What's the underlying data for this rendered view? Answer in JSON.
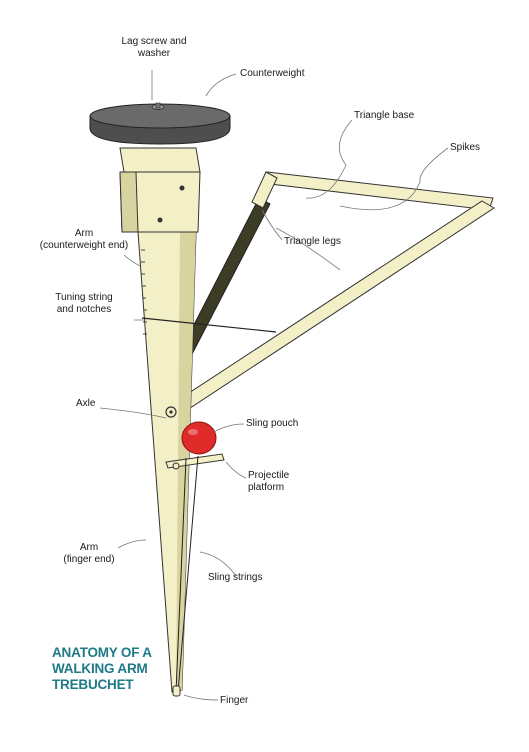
{
  "diagram": {
    "title_lines": [
      "ANATOMY OF A",
      "WALKING ARM",
      "TREBUCHET"
    ],
    "labels": {
      "lag_screw": [
        "Lag screw and",
        "washer"
      ],
      "counterweight": "Counterweight",
      "triangle_base": "Triangle base",
      "spikes": "Spikes",
      "triangle_legs": "Triangle legs",
      "arm_cw": [
        "Arm",
        "(counterweight end)"
      ],
      "tuning": [
        "Tuning string",
        "and notches"
      ],
      "axle": "Axle",
      "sling_pouch": "Sling pouch",
      "platform": [
        "Projectile",
        "platform"
      ],
      "arm_finger": [
        "Arm",
        "(finger end)"
      ],
      "sling_strings": "Sling strings",
      "finger": "Finger"
    },
    "colors": {
      "wood": "#f3efc6",
      "wood_shade": "#d9d3a0",
      "wood_dark": "#3d3c24",
      "counterweight": "#5b5b5b",
      "pouch": "#e02b2b",
      "title": "#1e7a86"
    }
  }
}
